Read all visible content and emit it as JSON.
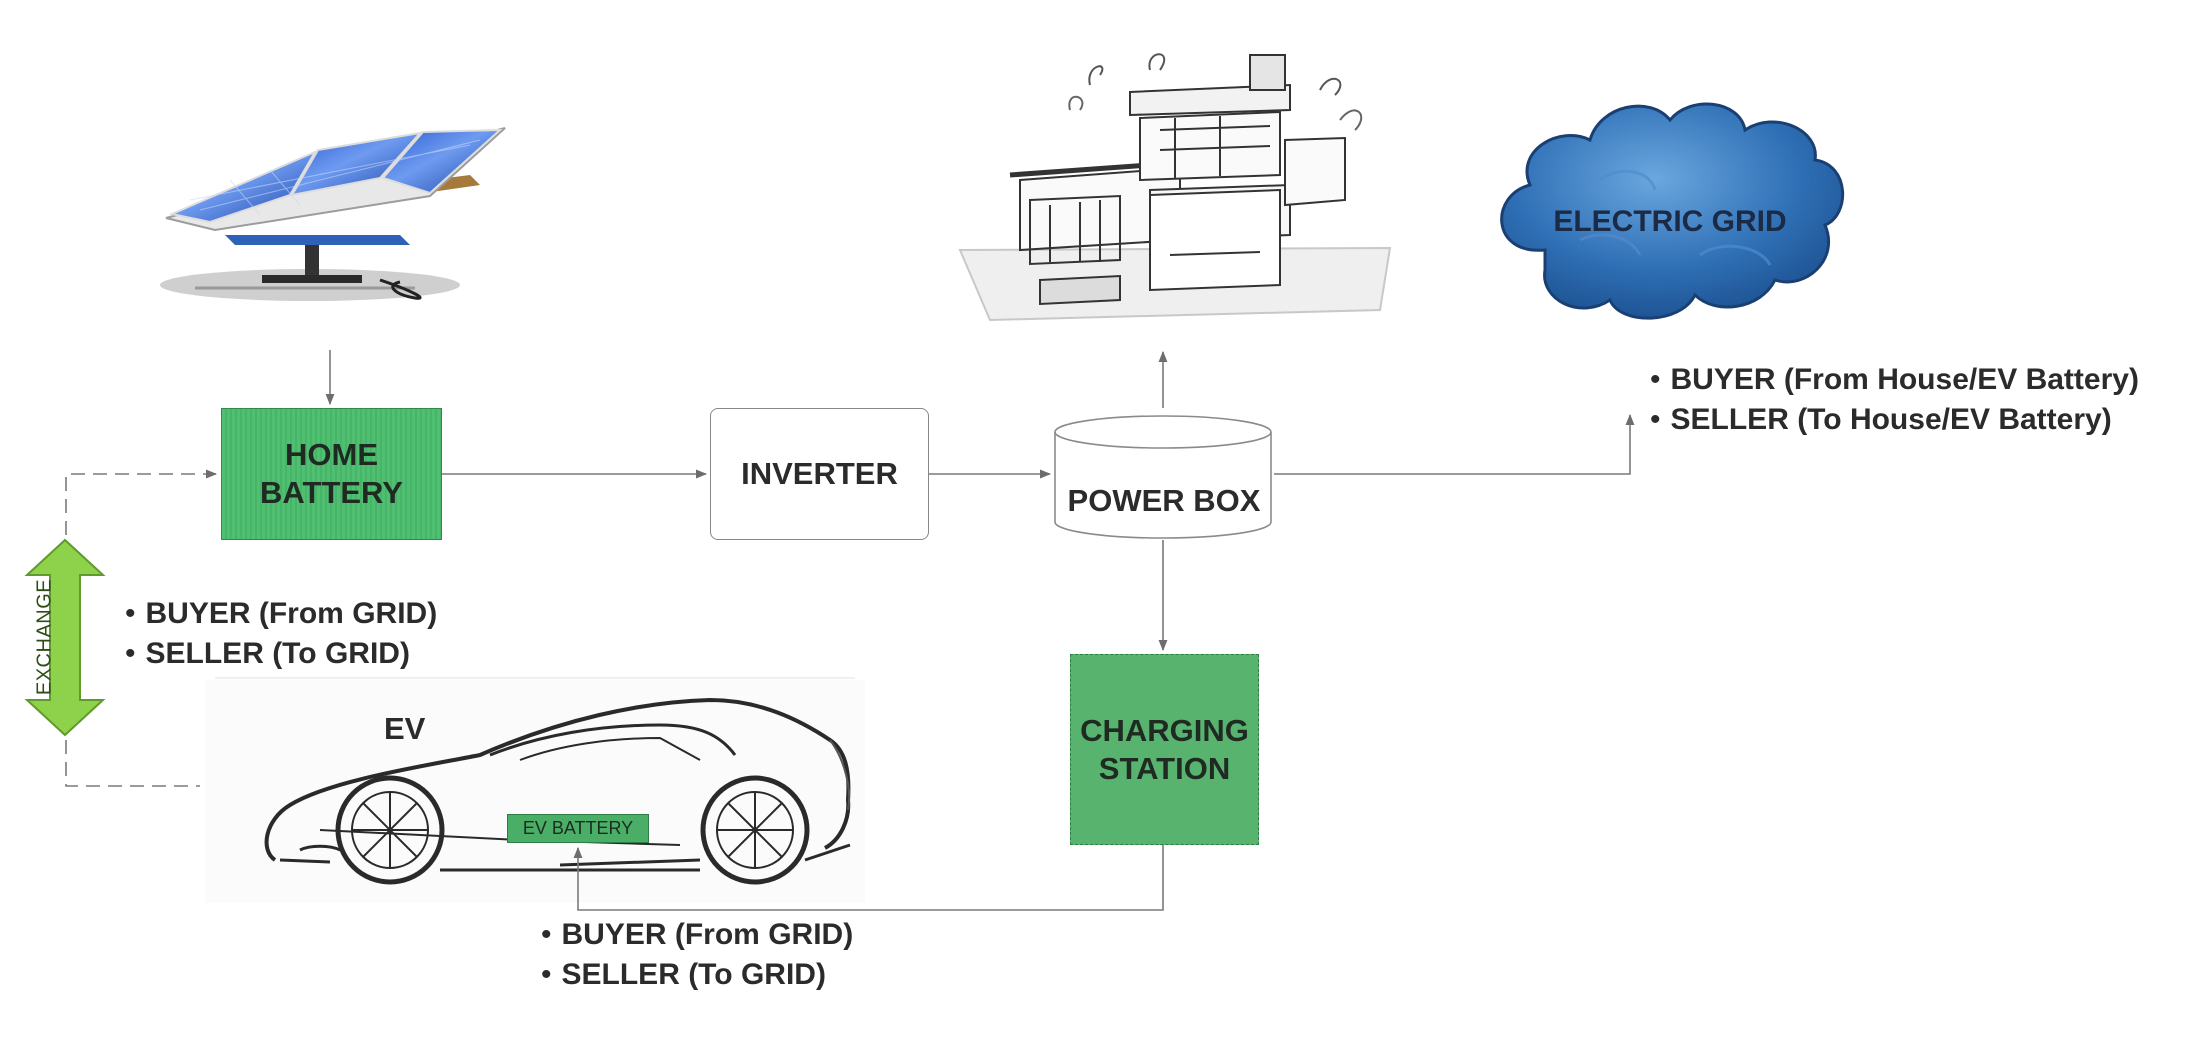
{
  "nodes": {
    "home_battery": "HOME BATTERY",
    "inverter": "INVERTER",
    "power_box": "POWER BOX",
    "electric_grid": "ELECTRIC GRID",
    "charging_station": "CHARGING STATION",
    "ev": "EV",
    "ev_battery": "EV BATTERY",
    "exchange": "EXCHANGE"
  },
  "grid_roles": [
    "BUYER (From House/EV Battery)",
    "SELLER (To House/EV Battery)"
  ],
  "home_roles": [
    "BUYER (From GRID)",
    "SELLER (To GRID)"
  ],
  "ev_roles": [
    "BUYER (From GRID)",
    "SELLER (To GRID)"
  ],
  "colors": {
    "battery_green": "#4fbf72",
    "exchange_green": "#8ed24b",
    "cloud_blue": "#2f6fb5",
    "panel_blue": "#1f4fb0",
    "line_gray": "#8a8a8a"
  },
  "icons": [
    "solar-panel-icon",
    "house-sketch-icon",
    "grid-cloud-icon",
    "ev-car-sketch-icon"
  ]
}
